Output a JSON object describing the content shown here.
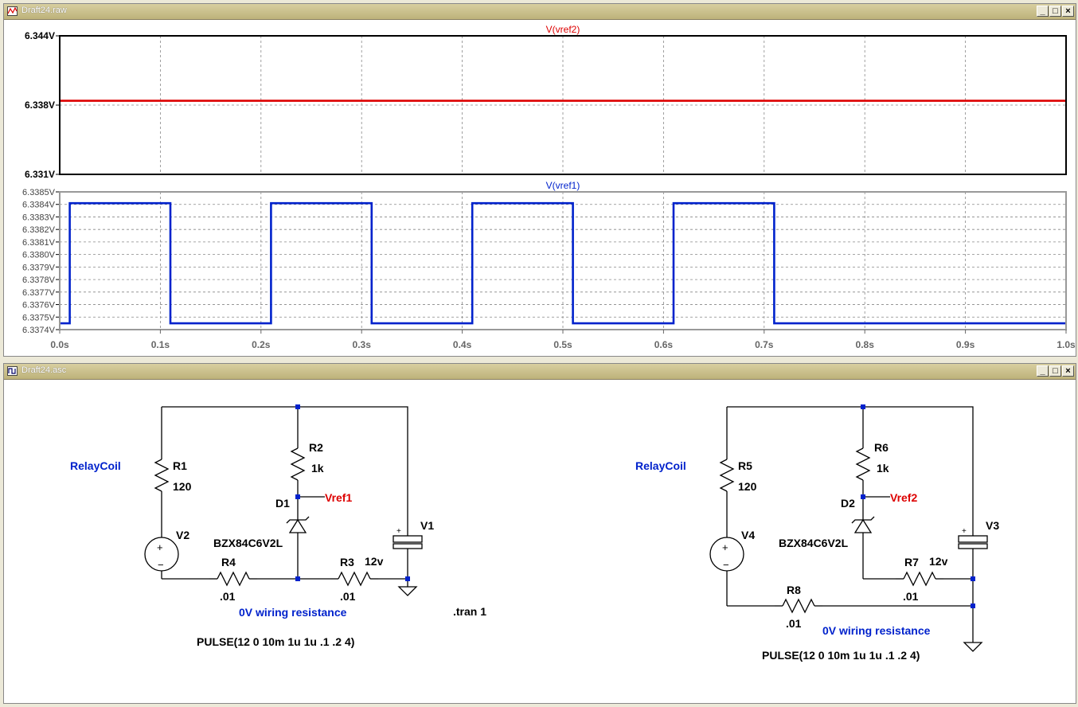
{
  "windows": {
    "waveform": {
      "title": "Draft24.raw",
      "buttons": [
        "_",
        "□",
        "×"
      ]
    },
    "schematic": {
      "title": "Draft24.asc",
      "buttons": [
        "_",
        "□",
        "×"
      ]
    }
  },
  "colors": {
    "trace_vref2": "#dd0000",
    "trace_vref1": "#0022cc",
    "net_label": "#dd0000",
    "comment": "#0022cc"
  },
  "chart_data": [
    {
      "type": "line",
      "title": "V(vref2)",
      "y_ticks": [
        "6.344V",
        "6.338V",
        "6.331V"
      ],
      "ylim": [
        6.331,
        6.344
      ],
      "xlim": [
        0.0,
        1.0
      ],
      "grid": true,
      "series": [
        {
          "name": "V(vref2)",
          "x": [
            0.0,
            1.0
          ],
          "y": [
            6.3379,
            6.3379
          ]
        }
      ]
    },
    {
      "type": "line",
      "title": "V(vref1)",
      "y_ticks": [
        "6.3385V",
        "6.3384V",
        "6.3383V",
        "6.3382V",
        "6.3381V",
        "6.3380V",
        "6.3379V",
        "6.3378V",
        "6.3377V",
        "6.3376V",
        "6.3375V",
        "6.3374V"
      ],
      "x_ticks": [
        "0.0s",
        "0.1s",
        "0.2s",
        "0.3s",
        "0.4s",
        "0.5s",
        "0.6s",
        "0.7s",
        "0.8s",
        "0.9s",
        "1.0s"
      ],
      "ylim": [
        6.3374,
        6.3385
      ],
      "xlim": [
        0.0,
        1.0
      ],
      "grid": true,
      "series": [
        {
          "name": "V(vref1)",
          "x": [
            0,
            0.01,
            0.01,
            0.11,
            0.11,
            0.21,
            0.21,
            0.31,
            0.31,
            0.41,
            0.41,
            0.51,
            0.51,
            0.61,
            0.61,
            0.71,
            0.71,
            1.0
          ],
          "y": [
            6.33745,
            6.33745,
            6.33841,
            6.33841,
            6.33745,
            6.33745,
            6.33841,
            6.33841,
            6.33745,
            6.33745,
            6.33841,
            6.33841,
            6.33745,
            6.33745,
            6.33841,
            6.33841,
            6.33745,
            6.33745
          ]
        }
      ]
    }
  ],
  "schematic": {
    "left": {
      "comment_relay": "RelayCoil",
      "R1": {
        "name": "R1",
        "value": "120"
      },
      "R2": {
        "name": "R2",
        "value": "1k"
      },
      "R3": {
        "name": "R3",
        "value": ".01"
      },
      "R4": {
        "name": "R4",
        "value": ".01"
      },
      "D1": {
        "name": "D1",
        "model": "BZX84C6V2L"
      },
      "V1": {
        "name": "V1",
        "value": "12v"
      },
      "V2": {
        "name": "V2",
        "pulse": "PULSE(12 0 10m 1u 1u .1 .2 4)"
      },
      "net": "Vref1",
      "comment_wiring": "0V wiring resistance",
      "directive": ".tran 1"
    },
    "right": {
      "comment_relay": "RelayCoil",
      "R5": {
        "name": "R5",
        "value": "120"
      },
      "R6": {
        "name": "R6",
        "value": "1k"
      },
      "R7": {
        "name": "R7",
        "value": ".01"
      },
      "R8": {
        "name": "R8",
        "value": ".01"
      },
      "D2": {
        "name": "D2",
        "model": "BZX84C6V2L"
      },
      "V3": {
        "name": "V3",
        "value": "12v"
      },
      "V4": {
        "name": "V4",
        "pulse": "PULSE(12 0 10m 1u 1u .1 .2 4)"
      },
      "net": "Vref2",
      "comment_wiring": "0V wiring resistance"
    },
    "pin_plus": "+",
    "pin_minus": "−"
  }
}
